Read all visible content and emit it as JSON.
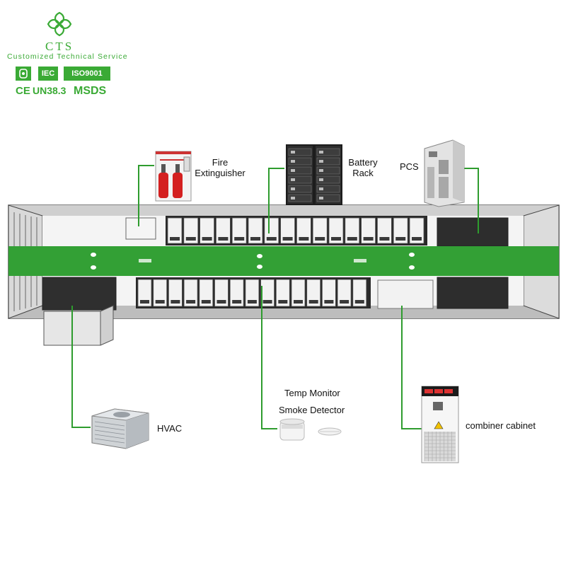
{
  "brand": {
    "name": "CTS",
    "tagline": "Customized Technical Service",
    "badges": [
      "IEC",
      "ISO9001"
    ],
    "certs": [
      "CE",
      "UN38.3",
      "MSDS"
    ],
    "accent": "#3aaa35"
  },
  "labels": {
    "fire": "Fire\nExtinguisher",
    "battery": "Battery\nRack",
    "pcs": "PCS",
    "hvac": "HVAC",
    "temp": "Temp Monitor",
    "smoke": "Smoke Detector",
    "combiner": "combiner cabinet"
  },
  "colors": {
    "band": "#33a035",
    "leader": "#2e9c2e",
    "container_dark": "#3a3a3a",
    "module": "#f2f2f2"
  }
}
